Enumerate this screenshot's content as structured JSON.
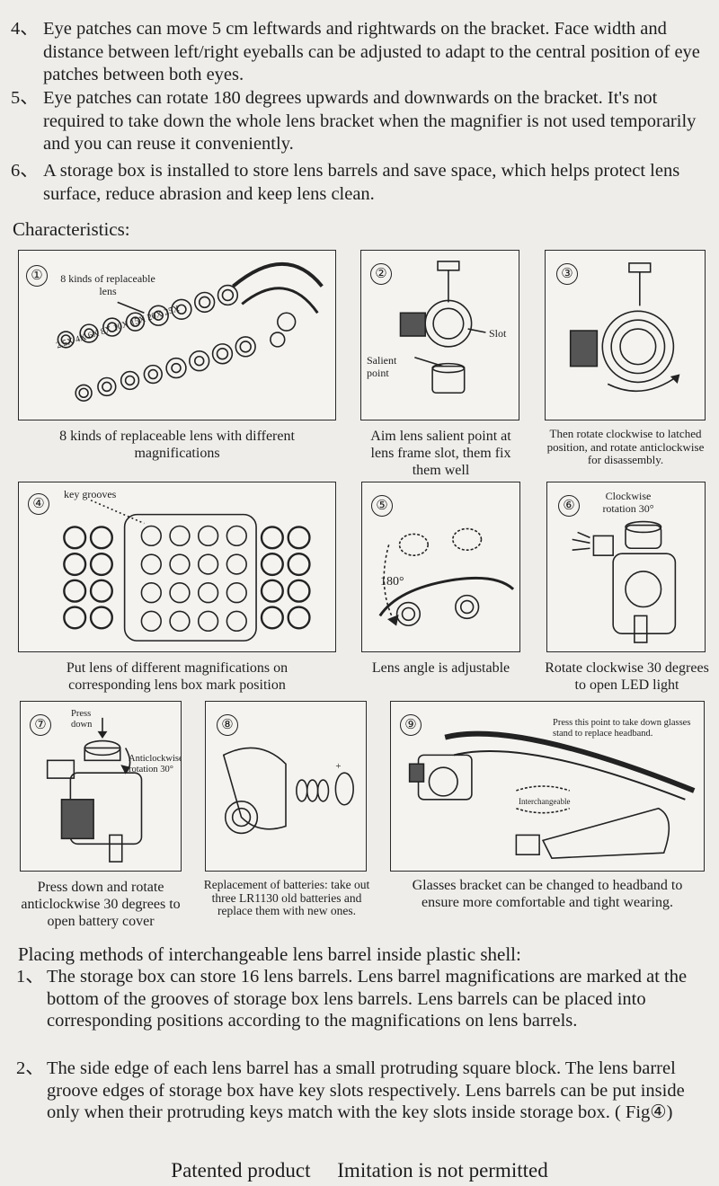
{
  "intro_items": [
    {
      "num": "4、",
      "text": "Eye patches can move 5 cm leftwards and rightwards on the bracket. Face width and distance between left/right eyeballs can be adjusted to adapt to the central position of eye patches between both eyes."
    },
    {
      "num": "5、",
      "text": "Eye patches can rotate 180 degrees upwards and downwards on the bracket. It's not required to take down the whole lens bracket when the magnifier is not used temporarily and you can reuse it conveniently."
    },
    {
      "num": "6、",
      "text": "A storage box is installed to store lens barrels and save space, which helps protect lens surface, reduce abrasion and keep lens clean."
    }
  ],
  "characteristics_heading": "Characteristics:",
  "figures": [
    {
      "badge": "①",
      "caption": "8 kinds of replaceable lens with different magnifications",
      "labels": {
        "top": "8 kinds of replaceable lens",
        "mags": "2.5X  4X  6X  8X  10X  15X  20X  25X"
      }
    },
    {
      "badge": "②",
      "caption": "Aim lens salient point at lens frame slot, them fix them well",
      "labels": {
        "slot": "Slot",
        "salient": "Salient point"
      }
    },
    {
      "badge": "③",
      "caption": "Then rotate clockwise to latched position, and rotate anticlockwise for disassembly."
    },
    {
      "badge": "④",
      "caption": "Put lens of different magnifications on corresponding lens box mark position",
      "labels": {
        "grooves": "key grooves"
      }
    },
    {
      "badge": "⑤",
      "caption": "Lens angle is adjustable",
      "labels": {
        "angle": "180°"
      }
    },
    {
      "badge": "⑥",
      "caption": "Rotate clockwise 30 degrees to open LED light",
      "labels": {
        "rot": "Clockwise rotation 30°"
      }
    },
    {
      "badge": "⑦",
      "caption": "Press down and rotate anticlockwise 30 degrees to open battery cover",
      "labels": {
        "press": "Press down",
        "anti": "Anticlockwise rotation 30°"
      }
    },
    {
      "badge": "⑧",
      "caption": "Replacement of batteries: take out three LR1130 old batteries and replace them with new ones."
    },
    {
      "badge": "⑨",
      "caption": "Glasses bracket can be changed to headband to ensure more comfortable and tight wearing.",
      "labels": {
        "press": "Press this point to take down glasses stand to replace headband.",
        "inter": "Interchangeable"
      }
    }
  ],
  "placing_heading": "Placing methods of interchangeable lens barrel inside plastic shell:",
  "placing_items": [
    {
      "num": "1、",
      "text": "The storage box can store 16 lens barrels. Lens barrel magnifications are marked at the bottom of the grooves of storage box lens barrels. Lens barrels can be placed into corresponding positions according to the magnifications on lens barrels."
    },
    {
      "num": "2、",
      "text": "The side edge of each lens barrel has a small protruding square block. The lens barrel groove edges of storage box have key slots respectively. Lens barrels can be put inside only when their protruding keys match with the key slots inside storage box. ( Fig④)"
    }
  ],
  "footer": {
    "left": "Patented product",
    "right": "Imitation is not permitted"
  }
}
